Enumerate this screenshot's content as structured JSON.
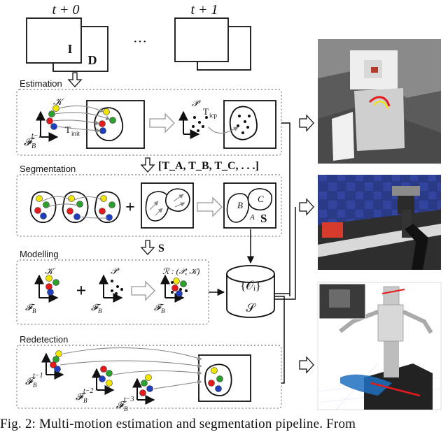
{
  "frames": {
    "t0": "t + 0",
    "t1": "t + 1",
    "ellipsis": "···",
    "image_I": "I",
    "image_D": "D"
  },
  "stages": {
    "estimation": "Estimation",
    "segmentation": "Segmentation",
    "modelling": "Modelling",
    "redetection": "Redetection"
  },
  "math": {
    "kappa": "𝒦",
    "P": "𝒫",
    "T_init": "T",
    "T_init_sub": "init",
    "T_icp": "T",
    "T_icp_sub": "icp",
    "FB": "𝓕",
    "FB_sub": "B",
    "sup_t1": "t−1",
    "sup_t2": "t−2",
    "sup_t3": "t−3",
    "transforms": "[T_A, T_B, T_C, . . .]",
    "S": "S",
    "R": "ℛ : (𝒫, 𝒦)",
    "objects": "{𝒪ᵢ}",
    "S_cal": "𝒮",
    "seg_A": "A",
    "seg_B": "B",
    "seg_C": "C",
    "plus": "+"
  },
  "caption": "Fig. 2: Multi-motion estimation and segmentation pipeline. From",
  "colors": {
    "red": "#e41a1c",
    "green": "#2ca02c",
    "blue": "#1f3fbf",
    "yellow": "#f2e600",
    "highlight_red": "#e41a1c"
  },
  "icons": [
    "hollow-right-arrow-icon",
    "hollow-down-arrow-icon",
    "database-cylinder-icon"
  ]
}
